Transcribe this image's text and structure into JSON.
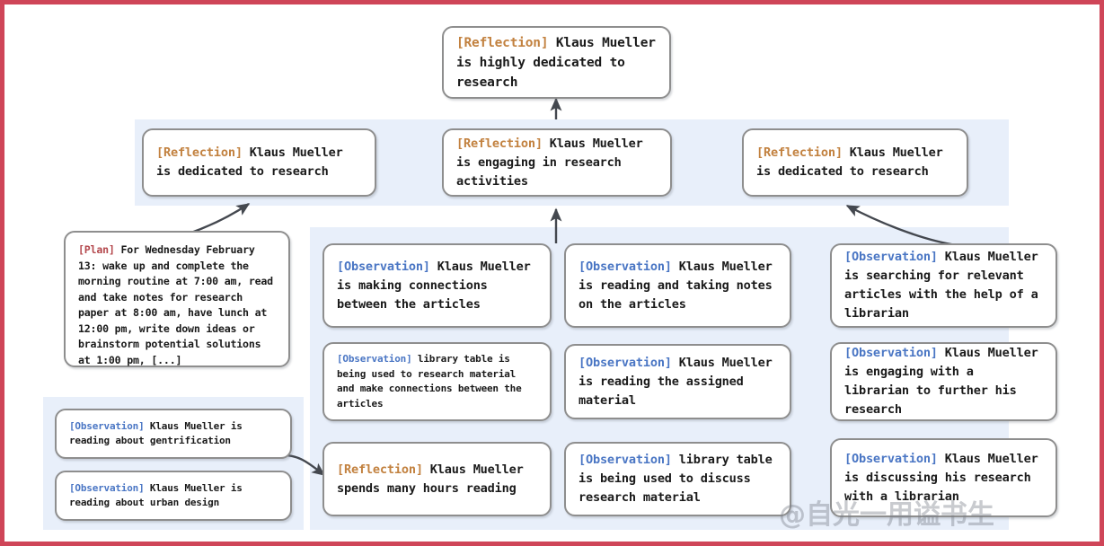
{
  "figure": {
    "title": "Generative agent reflection tree",
    "border_color": "#cf4558",
    "panel_color": "#e8effa",
    "node_border_color": "#8e8e8e",
    "tag_colors": {
      "reflection": "#c2813f",
      "observation": "#4a76c4",
      "plan": "#b4484d"
    }
  },
  "watermark": {
    "text": "@自光一用谥书生"
  },
  "root": {
    "tag": "[Reflection]",
    "text": " Klaus Mueller is highly dedicated to research"
  },
  "reflections": [
    {
      "tag": "[Reflection]",
      "text": " Klaus Mueller is dedicated to research"
    },
    {
      "tag": "[Reflection]",
      "text": " Klaus Mueller is engaging in research activities"
    },
    {
      "tag": "[Reflection]",
      "text": " Klaus Mueller is dedicated to research"
    }
  ],
  "plan": {
    "tag": "[Plan]",
    "text": " For Wednesday February 13: wake up and complete the morning routine at 7:00 am, read and take notes for research paper at 8:00 am, have lunch at 12:00 pm, write down ideas or brainstorm potential solutions at 1:00 pm, [...]"
  },
  "left_group": [
    {
      "tag": "[Observation]",
      "text": " Klaus Mueller is reading about gentrification"
    },
    {
      "tag": "[Observation]",
      "text": " Klaus Mueller is reading about urban design"
    }
  ],
  "column_a": [
    {
      "tag": "[Observation]",
      "text": " Klaus Mueller is making connections between the articles"
    },
    {
      "tag": "[Observation]",
      "text": " library table is being used to research material and make connections between the articles"
    },
    {
      "tag": "[Reflection]",
      "text": " Klaus Mueller spends many hours reading"
    }
  ],
  "column_b": [
    {
      "tag": "[Observation]",
      "text": " Klaus Mueller is reading and taking notes on the articles"
    },
    {
      "tag": "[Observation]",
      "text": " Klaus Mueller is reading the assigned material"
    },
    {
      "tag": "[Observation]",
      "text": " library table is being used to discuss research material"
    }
  ],
  "column_c": [
    {
      "tag": "[Observation]",
      "text": " Klaus Mueller is searching for relevant articles with the help of a librarian"
    },
    {
      "tag": "[Observation]",
      "text": " Klaus Mueller is engaging with a librarian to further his research"
    },
    {
      "tag": "[Observation]",
      "text": " Klaus Mueller is discussing his research with a librarian"
    }
  ]
}
